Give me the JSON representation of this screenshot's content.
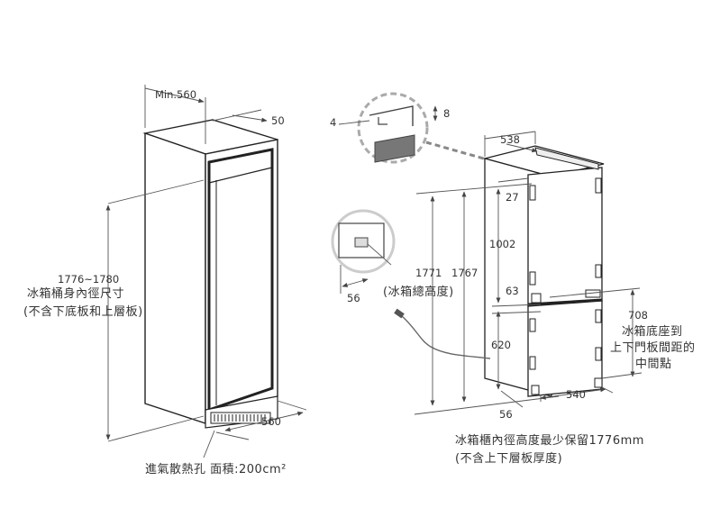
{
  "cabinet": {
    "min_depth_label": "Min.560",
    "gap_label": "50",
    "height_label": "1776~1780",
    "height_desc_line1": "冰箱桶身內徑尺寸",
    "height_desc_line2": "(不含下底板和上層板)",
    "width_label": "560",
    "vent_label": "進氣散熱孔 面積:200cm²"
  },
  "detail": {
    "left_label": "4",
    "right_label": "8"
  },
  "plug": {
    "offset_label": "56"
  },
  "fridge": {
    "depth_label": "538",
    "top_gap_label": "27",
    "upper_door_label": "1002",
    "total_height_label": "1771",
    "total_height_desc": "(冰箱總高度)",
    "outer_height_label": "1767",
    "mid_gap_label": "63",
    "lower_door_label": "620",
    "hinge_label": "708",
    "hinge_desc_line1": "冰箱底座到",
    "hinge_desc_line2": "上下門板間距的",
    "hinge_desc_line3": "中間點",
    "width_label": "540",
    "bottom_label": "56",
    "note_line1": "冰箱櫃內徑高度最少保留1776mm",
    "note_line2": "(不含上下層板厚度)"
  }
}
